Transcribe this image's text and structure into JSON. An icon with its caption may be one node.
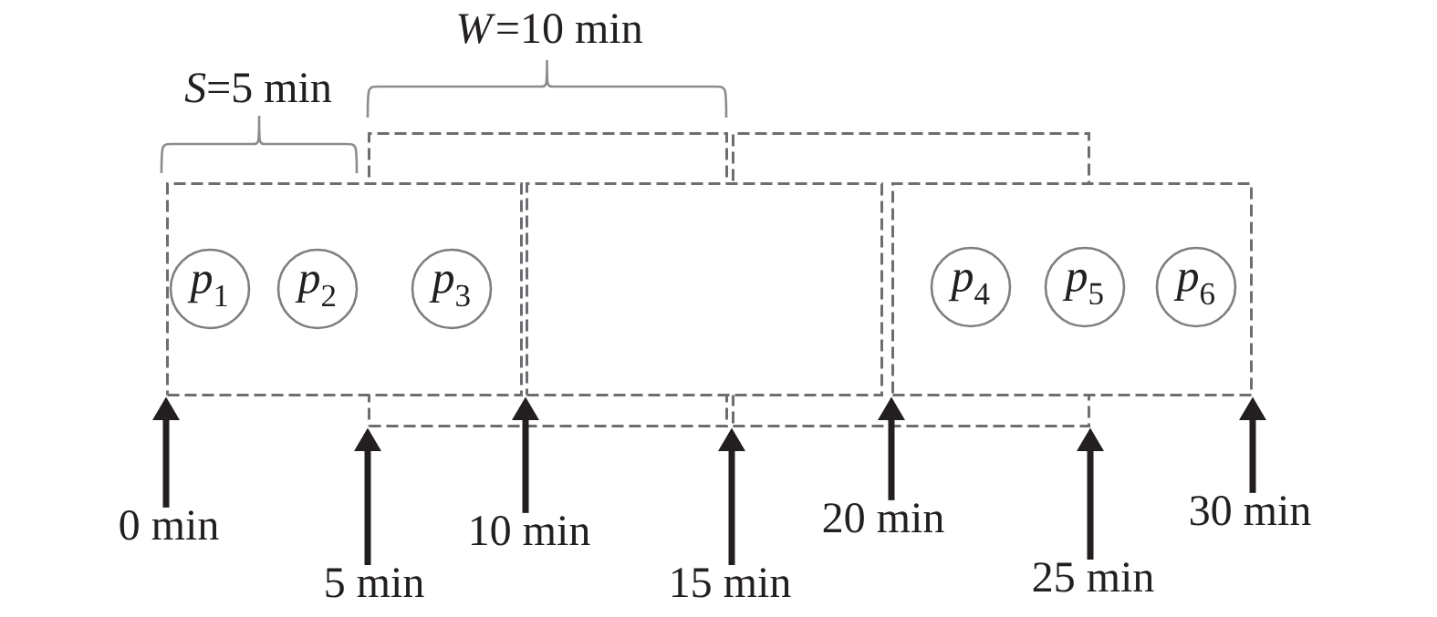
{
  "diagram": {
    "nodes": [
      {
        "text": [],
        "shape": "box"
      },
      {
        "text": [],
        "shape": "box"
      },
      {
        "text": [],
        "shape": "box"
      },
      {
        "text": [],
        "shape": "box"
      },
      {
        "text": [],
        "shape": "box"
      },
      {
        "text": [
          "*p*$_{1}$"
        ],
        "in": 0
      },
      {
        "text": [
          "*p*$_{2}$"
        ],
        "in": 0
      },
      {
        "text": [
          "*p*$_{3}$"
        ]
      },
      {
        "text": [
          "*p*$_{4}$"
        ]
      },
      {
        "text": [
          "*p*$_{5}$"
        ],
        "in": 4
      },
      {
        "text": [
          "*p*$_{6}$"
        ],
        "in": 4
      },
      {
        "text": [
          "0 min"
        ]
      },
      {
        "text": [
          "5 min"
        ]
      },
      {
        "text": [
          "10 min"
        ]
      },
      {
        "text": [
          "15 min"
        ]
      },
      {
        "text": [
          "20 min"
        ]
      },
      {
        "text": [
          "25 min"
        ]
      },
      {
        "text": [
          "30 min"
        ]
      }
    ],
    "edges": [
      {
        "from": 11,
        "to": 0,
        "arrow": "to"
      },
      {
        "from": 12,
        "to": 1,
        "arrow": "to"
      },
      {
        "from": 13,
        "to": 2,
        "arrow": "to"
      },
      {
        "from": 14,
        "to": 3,
        "arrow": "to"
      },
      {
        "from": 15,
        "to": 4,
        "arrow": "to"
      },
      {
        "from": 16,
        "to": 3,
        "arrow": "to"
      },
      {
        "from": 17,
        "to": 4,
        "arrow": "to"
      }
    ],
    "labels": [
      "*S*=5 min",
      "*W*=10 min"
    ]
  }
}
